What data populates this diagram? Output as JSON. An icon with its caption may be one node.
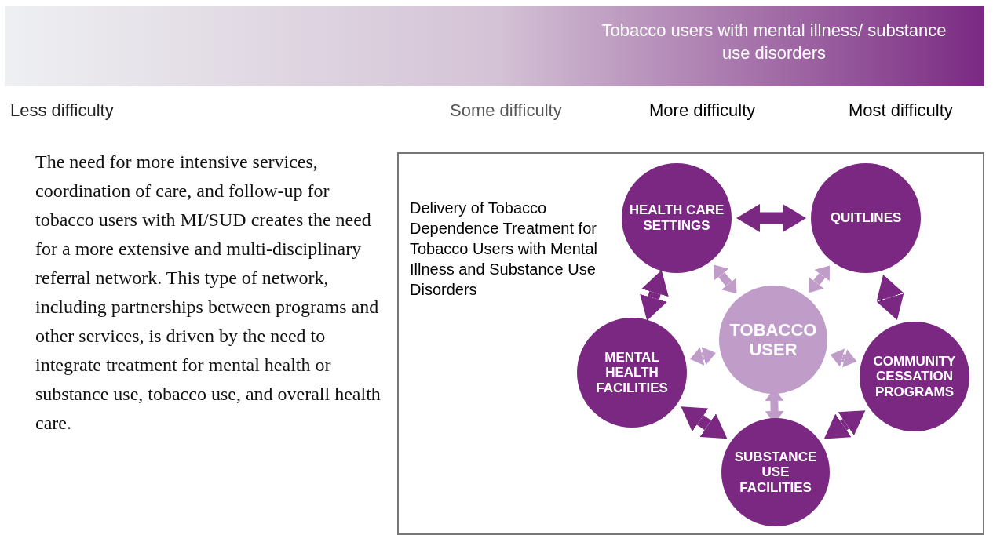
{
  "diagram": {
    "nodes": [
      {
        "text": [
          "Tobacco users with mental illness/ substance use disorders"
        ]
      },
      {
        "text": [
          "Delivery of Tobacco Dependence Treatment for Tobacco Users with Mental Illness and Substance Use Disorders"
        ]
      },
      {
        "text": [
          "HEALTH CARE SETTINGS"
        ],
        "in": 1
      },
      {
        "text": [
          "QUITLINES"
        ],
        "in": 1
      },
      {
        "text": [
          "TOBACCO USER"
        ],
        "in": 1
      },
      {
        "text": [
          "MENTAL HEALTH FACILITIES"
        ],
        "in": 1
      },
      {
        "text": [
          "COMMUNITY CESSATION PROGRAMS"
        ],
        "in": 1
      },
      {
        "text": [
          "SUBSTANCE USE FACILITIES"
        ],
        "in": 1
      }
    ],
    "edges": [
      {
        "from": 2,
        "to": 3,
        "arrow": "both"
      },
      {
        "from": 2,
        "to": 5,
        "arrow": "both"
      },
      {
        "from": 3,
        "to": 6,
        "arrow": "both"
      },
      {
        "from": 5,
        "to": 7,
        "arrow": "both"
      },
      {
        "from": 7,
        "to": 6,
        "arrow": "both"
      },
      {
        "from": 4,
        "to": 2,
        "arrow": "both",
        "color": "#bf9dc8"
      },
      {
        "from": 4,
        "to": 3,
        "arrow": "both",
        "color": "#bf9dc8"
      },
      {
        "from": 4,
        "to": 5,
        "arrow": "both",
        "color": "#bf9dc8"
      },
      {
        "from": 4,
        "to": 6,
        "arrow": "both",
        "color": "#bf9dc8"
      },
      {
        "from": 4,
        "to": 7,
        "arrow": "both",
        "color": "#bf9dc8"
      }
    ],
    "labels": [
      "Less difficulty",
      "Some difficulty",
      "More difficulty",
      "Most difficulty",
      "The need for more intensive services, coordination of care, and follow-up for tobacco users with MI/SUD creates the need for a more extensive and multi-disciplinary referral network. This type of network, including partnerships between programs and other services, is driven by the need to integrate treatment for mental health or substance use, tobacco use, and overall health care."
    ]
  }
}
